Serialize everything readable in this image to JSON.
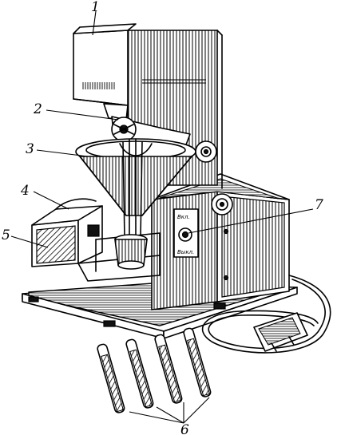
{
  "figure": {
    "callouts": [
      "1",
      "2",
      "3",
      "4",
      "5",
      "6",
      "7"
    ],
    "switch_labels": [
      "Вкл.",
      "Выкл."
    ]
  },
  "colors": {
    "ink": "#000000",
    "paper": "#ffffff"
  }
}
